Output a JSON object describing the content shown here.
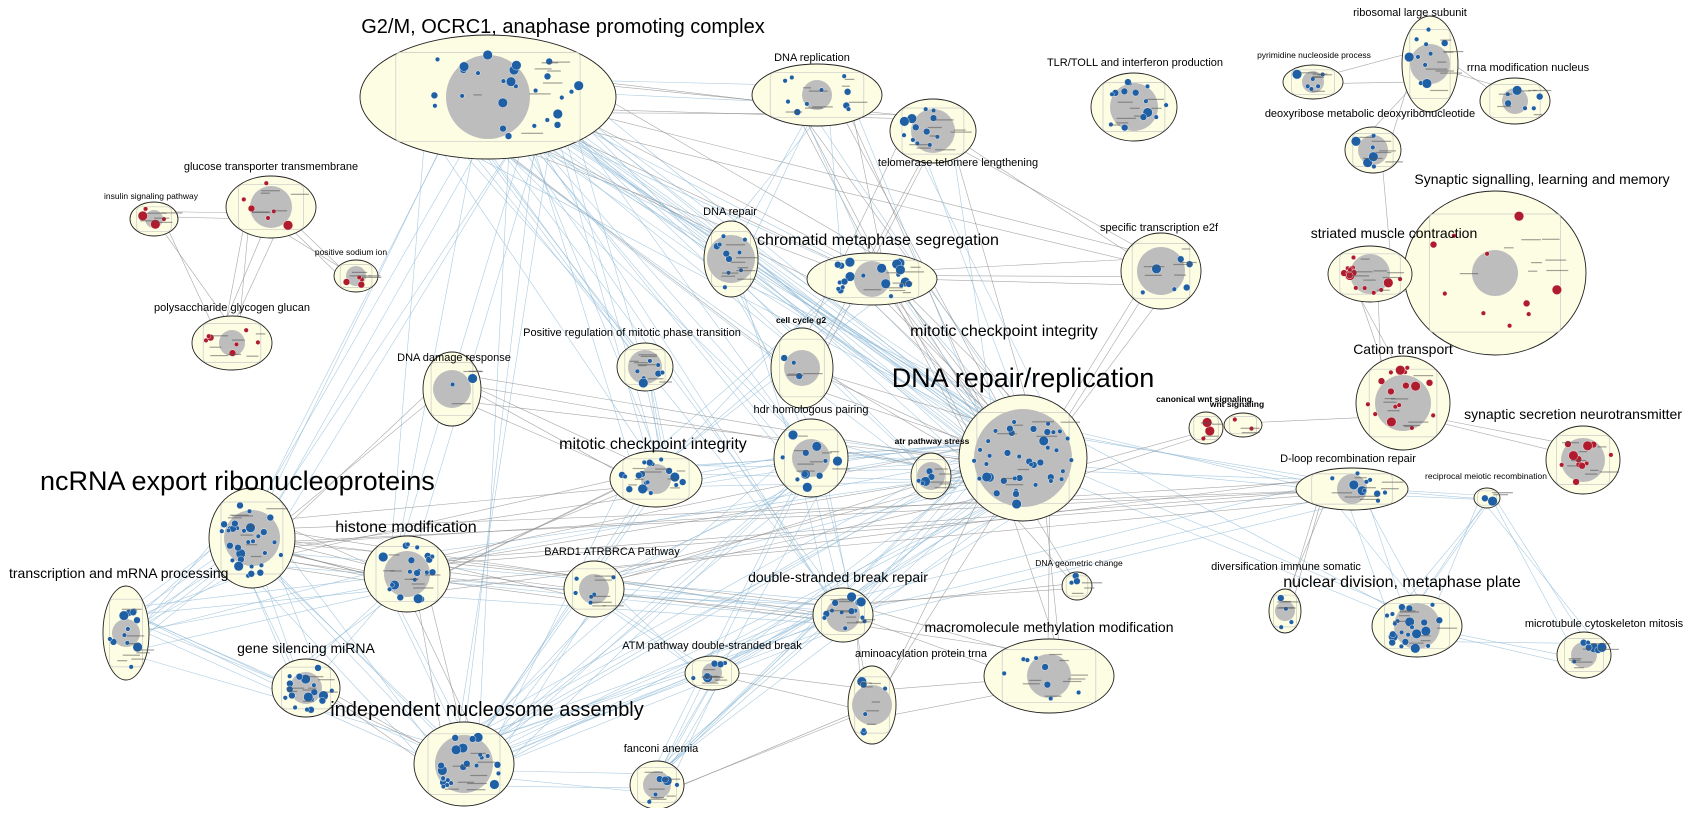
{
  "colors": {
    "cluster_fill": "#fdfde3",
    "cluster_stroke": "#222222",
    "core": "#bdbdbd",
    "node_blue": "#1f5fa3",
    "node_red": "#b01c2e",
    "edge_blue": "#8fb9d6",
    "edge_gray": "#8a8a8a"
  },
  "clusters": [
    {
      "id": "g2m",
      "label": "G2/M, OCRC1, anaphase promoting complex",
      "tier": "xl",
      "nodes": "blue"
    },
    {
      "id": "dnarep",
      "label": "DNA replication",
      "tier": "s",
      "nodes": "blue"
    },
    {
      "id": "telomere",
      "label": "telomerase telomere lengthening",
      "tier": "s",
      "nodes": "blue"
    },
    {
      "id": "tlr",
      "label": "TLR/TOLL and interferon production",
      "tier": "s",
      "nodes": "blue"
    },
    {
      "id": "ribosomal",
      "label": "ribosomal large subunit",
      "tier": "s",
      "nodes": "blue"
    },
    {
      "id": "pyrimidine",
      "label": "pyrimidine nucleoside process",
      "tier": "xs",
      "nodes": "blue"
    },
    {
      "id": "rrna",
      "label": "rrna modification nucleus",
      "tier": "s",
      "nodes": "blue"
    },
    {
      "id": "deoxyribose",
      "label": "deoxyribose metabolic deoxyribonucleotide",
      "tier": "s",
      "nodes": "blue"
    },
    {
      "id": "synaptic",
      "label": "Synaptic signalling, learning and memory",
      "tier": "m",
      "nodes": "red"
    },
    {
      "id": "glucose",
      "label": "glucose transporter transmembrane",
      "tier": "s",
      "nodes": "red"
    },
    {
      "id": "insulin",
      "label": "insulin signaling pathway",
      "tier": "xs",
      "nodes": "red"
    },
    {
      "id": "sodium",
      "label": "positive sodium ion",
      "tier": "xs",
      "nodes": "red"
    },
    {
      "id": "polysacch",
      "label": "polysaccharide glycogen glucan",
      "tier": "s",
      "nodes": "red"
    },
    {
      "id": "dnarepair",
      "label": "DNA repair",
      "tier": "s",
      "nodes": "blue"
    },
    {
      "id": "chromatid",
      "label": "chromatid metaphase segregation",
      "tier": "l",
      "nodes": "blue"
    },
    {
      "id": "e2f",
      "label": "specific transcription e2f",
      "tier": "s",
      "nodes": "blue"
    },
    {
      "id": "striated",
      "label": "striated muscle contraction",
      "tier": "m",
      "nodes": "red"
    },
    {
      "id": "posreg",
      "label": "Positive regulation of mitotic phase transition",
      "tier": "s",
      "nodes": "blue"
    },
    {
      "id": "cellcycle",
      "label": "cell cycle g2",
      "tier": "xsb",
      "nodes": "blue"
    },
    {
      "id": "mitotic1",
      "label": "mitotic checkpoint integrity",
      "tier": "l",
      "nodes": "blue"
    },
    {
      "id": "cation",
      "label": "Cation transport",
      "tier": "m",
      "nodes": "red"
    },
    {
      "id": "dnadamage",
      "label": "DNA damage response",
      "tier": "s",
      "nodes": "blue"
    },
    {
      "id": "dnarr",
      "label": "DNA repair/replication",
      "tier": "xxl",
      "nodes": "blue"
    },
    {
      "id": "canonwnt",
      "label": "canonical wnt signaling",
      "tier": "xsb",
      "nodes": "red"
    },
    {
      "id": "wnt",
      "label": "wnt signaling",
      "tier": "xsb",
      "nodes": "red"
    },
    {
      "id": "synsec",
      "label": "synaptic secretion neurotransmitter",
      "tier": "m",
      "nodes": "red"
    },
    {
      "id": "hdr",
      "label": "hdr homologous pairing",
      "tier": "s",
      "nodes": "blue"
    },
    {
      "id": "atr",
      "label": "atr pathway stress",
      "tier": "xsb",
      "nodes": "blue"
    },
    {
      "id": "mitotic2",
      "label": "mitotic checkpoint integrity",
      "tier": "l",
      "nodes": "blue"
    },
    {
      "id": "dloop",
      "label": "D-loop recombination repair",
      "tier": "s",
      "nodes": "blue"
    },
    {
      "id": "meiotic",
      "label": "reciprocal meiotic recombination",
      "tier": "xs",
      "nodes": "blue"
    },
    {
      "id": "ncrna",
      "label": "ncRNA export ribonucleoproteins",
      "tier": "xxl",
      "nodes": "blue"
    },
    {
      "id": "histone",
      "label": "histone modification",
      "tier": "l",
      "nodes": "blue"
    },
    {
      "id": "transcription",
      "label": "transcription and mRNA processing",
      "tier": "m",
      "nodes": "blue"
    },
    {
      "id": "bard1",
      "label": "BARD1 ATRBRCA Pathway",
      "tier": "s",
      "nodes": "blue"
    },
    {
      "id": "dsb",
      "label": "double-stranded break repair",
      "tier": "m",
      "nodes": "blue"
    },
    {
      "id": "geometric",
      "label": "DNA geometric change",
      "tier": "xs",
      "nodes": "blue"
    },
    {
      "id": "diversification",
      "label": "diversification immune somatic",
      "tier": "s",
      "nodes": "blue"
    },
    {
      "id": "nuclear",
      "label": "nuclear division, metaphase plate",
      "tier": "l",
      "nodes": "blue"
    },
    {
      "id": "microtubule",
      "label": "microtubule cytoskeleton mitosis",
      "tier": "s",
      "nodes": "blue"
    },
    {
      "id": "macromol",
      "label": "macromolecule methylation modification",
      "tier": "m",
      "nodes": "blue"
    },
    {
      "id": "genesilencing",
      "label": "gene silencing miRNA",
      "tier": "m",
      "nodes": "blue"
    },
    {
      "id": "atm",
      "label": "ATM pathway double-stranded break",
      "tier": "s",
      "nodes": "blue"
    },
    {
      "id": "aminoacyl",
      "label": "aminoacylation protein trna",
      "tier": "s",
      "nodes": "blue"
    },
    {
      "id": "nucleosome",
      "label": "independent nucleosome assembly",
      "tier": "xl",
      "nodes": "blue"
    },
    {
      "id": "fanconi",
      "label": "fanconi anemia",
      "tier": "s",
      "nodes": "blue"
    }
  ]
}
